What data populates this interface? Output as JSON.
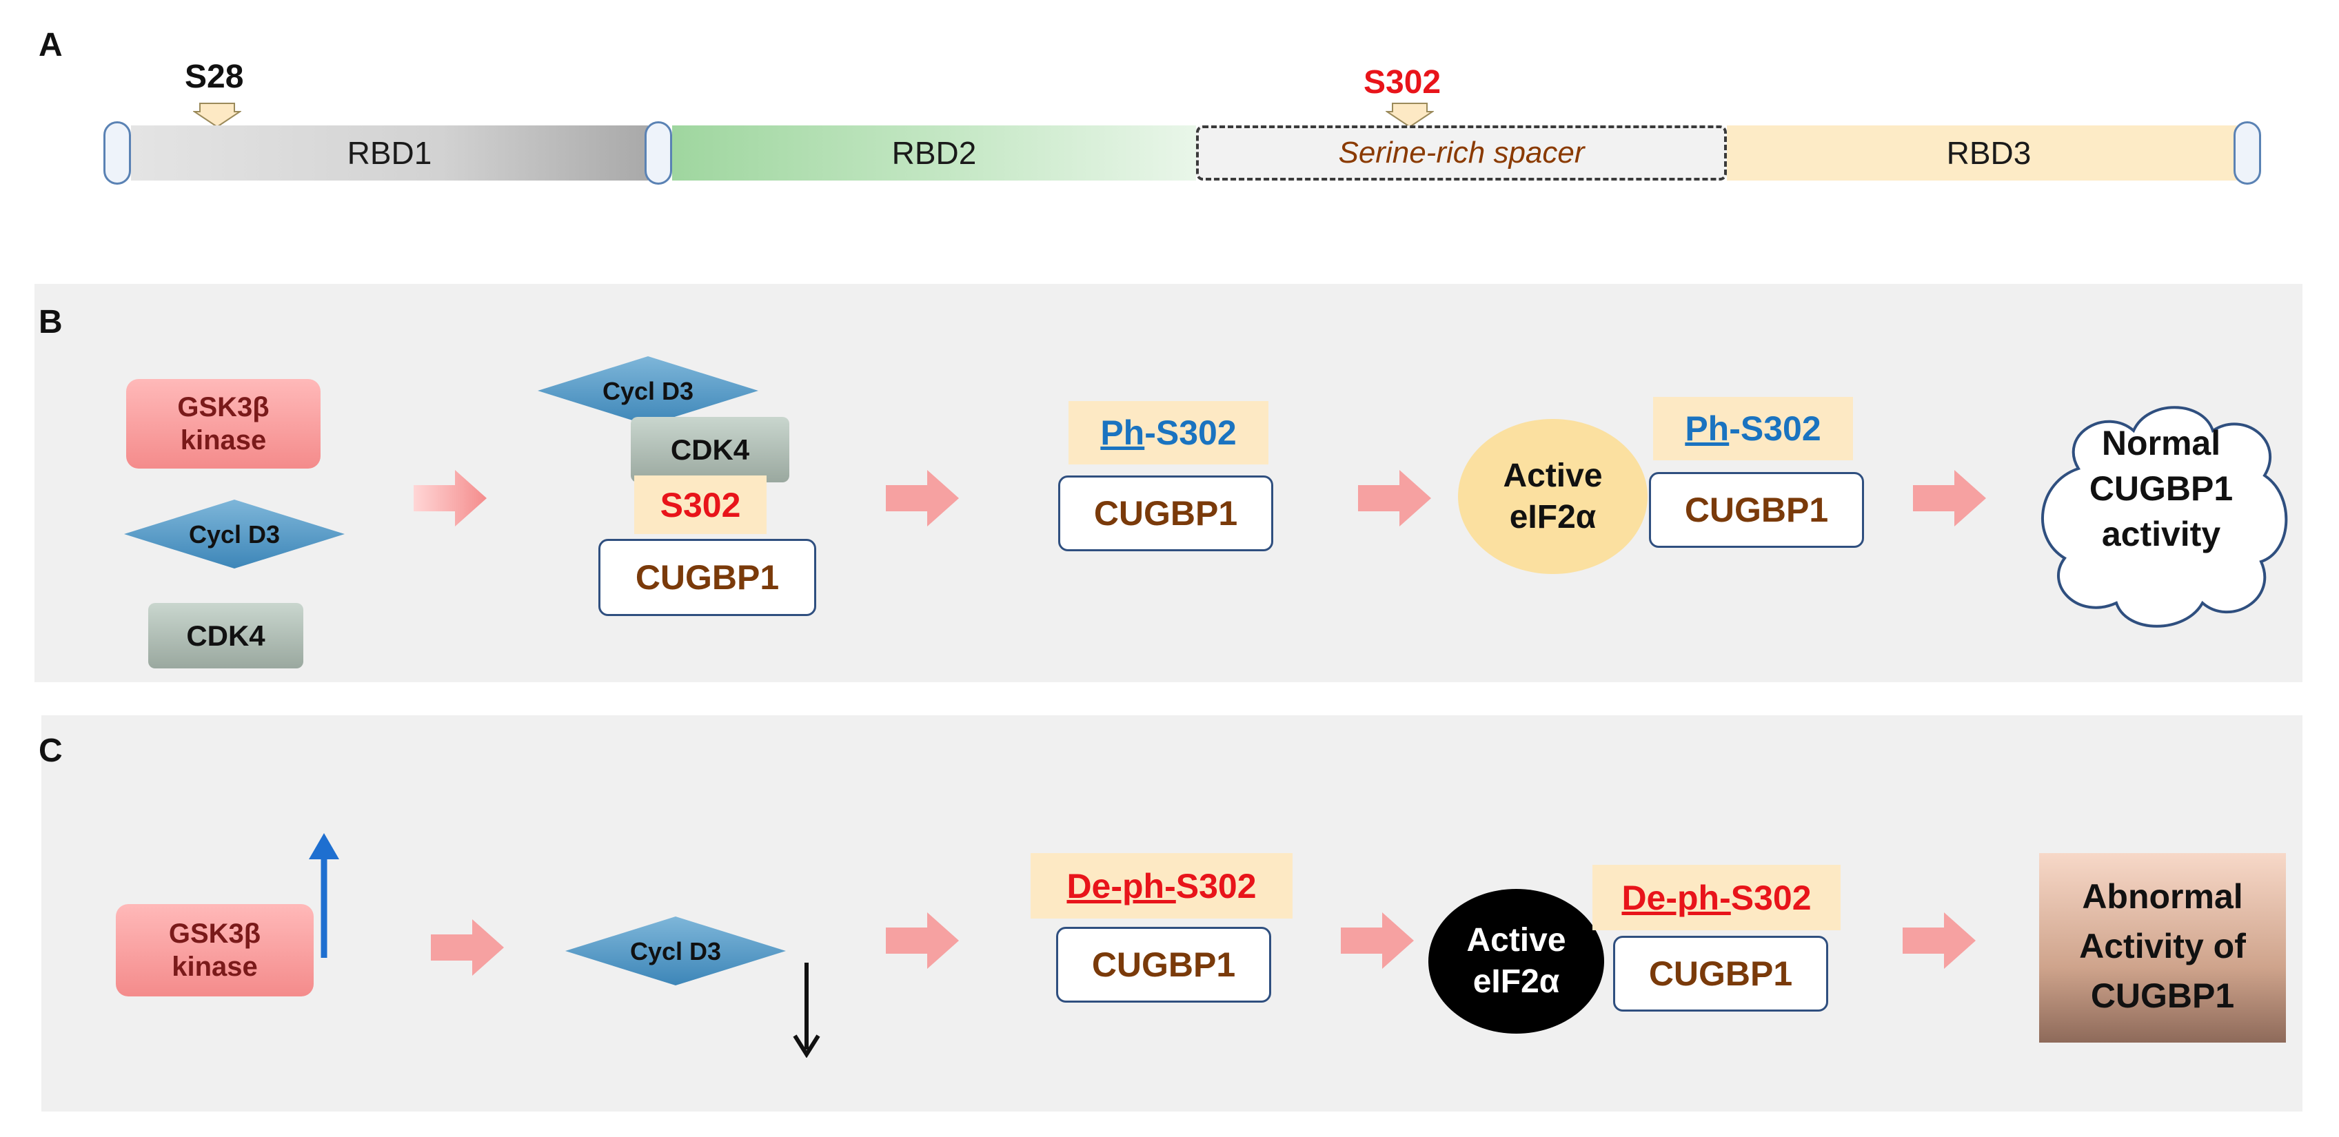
{
  "panel_labels": {
    "a": "A",
    "b": "B",
    "c": "C"
  },
  "panel_a": {
    "segments": [
      "RBD1",
      "RBD2",
      "Serine-rich spacer",
      "RBD3"
    ],
    "site1": "S28",
    "site2": "S302"
  },
  "panel_b": {
    "gsk_line1": "GSK3β",
    "gsk_line2": "kinase",
    "cycl": "Cycl D3",
    "cdk4": "CDK4",
    "complex_cycl": "Cycl D3",
    "complex_cdk4": "CDK4",
    "s302": "S302",
    "cugbp1_a": "CUGBP1",
    "ph_prefix": "Ph",
    "ph_suffix": "-S302",
    "cugbp1_b": "CUGBP1",
    "eif_line1": "Active",
    "eif_line2": "eIF2α",
    "ph2_prefix": "Ph",
    "ph2_suffix": "-S302",
    "cugbp1_c": "CUGBP1",
    "outcome_1": "Normal",
    "outcome_2": "CUGBP1",
    "outcome_3": "activity"
  },
  "panel_c": {
    "gsk_line1": "GSK3β",
    "gsk_line2": "kinase",
    "cycl": "Cycl D3",
    "deph_prefix": "De-ph-",
    "deph_suffix": "S302",
    "cugbp1_a": "CUGBP1",
    "eif_line1": "Active",
    "eif_line2": "eIF2α",
    "deph2_prefix": "De-ph-",
    "deph2_suffix": "S302",
    "cugbp1_b": "CUGBP1",
    "outcome_1": "Abnormal",
    "outcome_2": "Activity of",
    "outcome_3": "CUGBP1"
  },
  "colors": {
    "red_text": "#e8141a",
    "blue_text": "#1a73c0",
    "brown_text": "#7a3a0a",
    "up_arrow": "#1e6fd0",
    "pink_arrow": "#f6a1a1"
  }
}
